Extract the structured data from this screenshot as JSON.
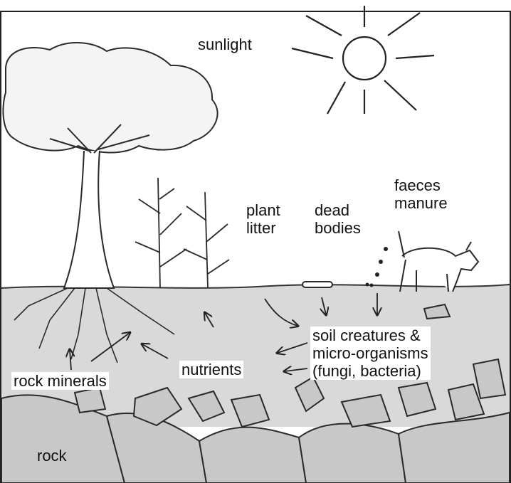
{
  "labels": {
    "sunlight": "sunlight",
    "plant_litter": [
      "plant",
      "litter"
    ],
    "dead_bodies": [
      "dead",
      "bodies"
    ],
    "faeces_manure": [
      "faeces",
      "manure"
    ],
    "soil_creatures": [
      "soil creatures &",
      "micro-organisms",
      "(fungi, bacteria)"
    ],
    "nutrients": "nutrients",
    "rock_minerals": "rock minerals",
    "rock": "rock"
  },
  "colors": {
    "ink": "#2a2a2a",
    "soil": "#d6d6d6",
    "rock": "#c4c4c4",
    "background": "#ffffff"
  }
}
